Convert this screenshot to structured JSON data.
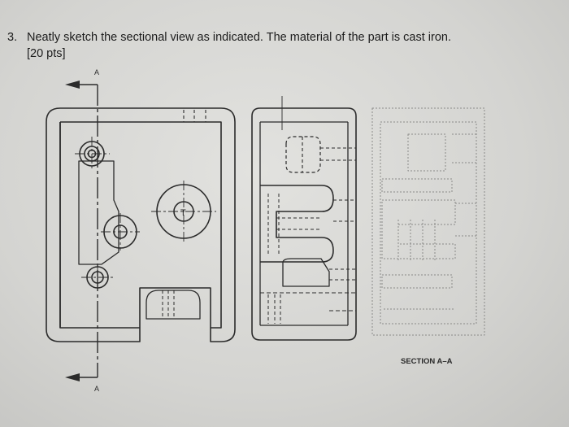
{
  "question": {
    "number": "3.",
    "text": "Neatly sketch the sectional view as indicated. The material of the part is cast iron.",
    "points": "[20 pts]"
  },
  "drawing": {
    "cut_label_top": "A",
    "cut_label_bottom": "A",
    "hole_label": "T",
    "section_caption": "SECTION A–A"
  }
}
